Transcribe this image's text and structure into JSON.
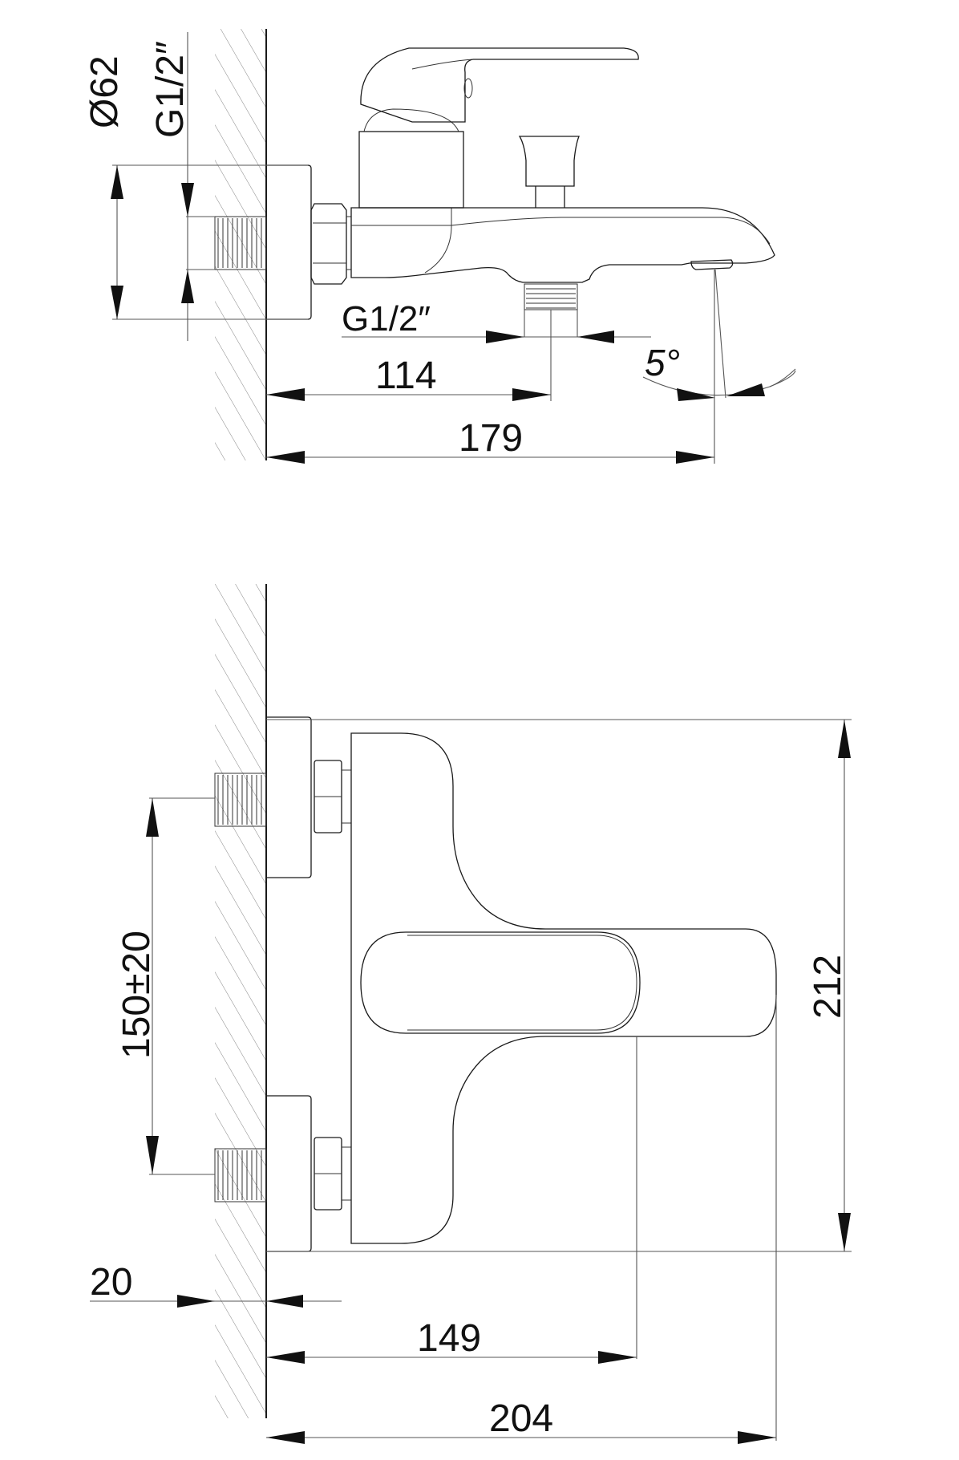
{
  "drawing": {
    "title": "Wall-mounted bath mixer technical drawing",
    "views": [
      {
        "name": "side-view",
        "dimensions": {
          "flange_diameter": "Ø62",
          "inlet_thread": "G1/2″",
          "outlet_thread": "G1/2″",
          "outlet_distance": "114",
          "spout_projection": "179",
          "spout_angle": "5°"
        }
      },
      {
        "name": "front-view",
        "dimensions": {
          "inlet_spacing": "150±20",
          "wall_offset": "20",
          "handle_projection": "149",
          "total_width": "204",
          "total_height": "212"
        }
      }
    ],
    "colors": {
      "line": "#1a1a1a",
      "background": "#ffffff"
    }
  }
}
